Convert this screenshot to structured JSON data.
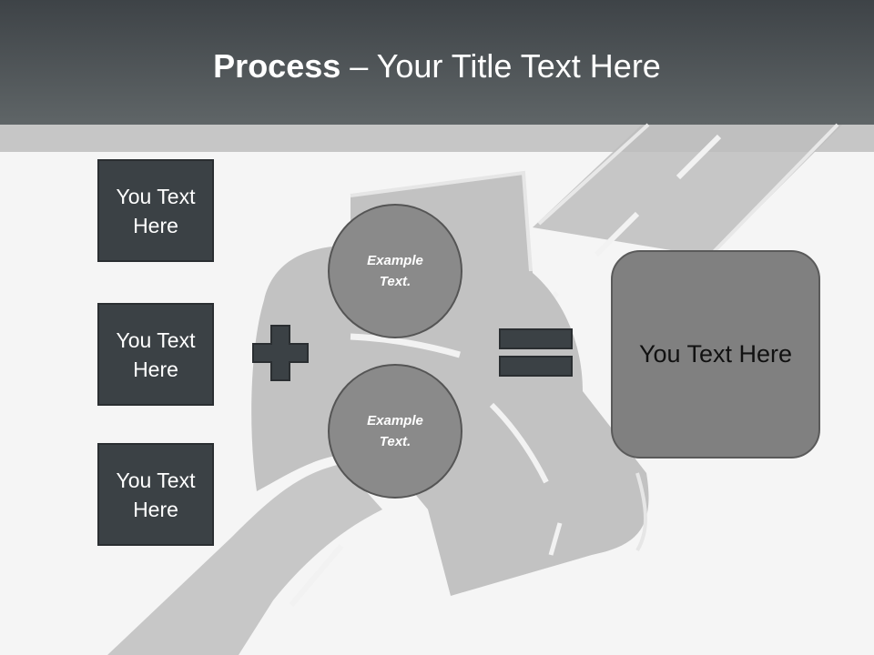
{
  "slide": {
    "title_bold": "Process",
    "title_rest": " – Your Title Text Here"
  },
  "inputs": [
    {
      "label": "You Text Here"
    },
    {
      "label": "You Text Here"
    },
    {
      "label": "You Text Here"
    }
  ],
  "circles": [
    {
      "label": "Example Text."
    },
    {
      "label": "Example Text."
    }
  ],
  "result": {
    "label": "You Text Here"
  },
  "colors": {
    "header": "#4a5053",
    "box": "#3b4145",
    "circle": "#8a8a8a",
    "result": "#808080",
    "road": "#c4c4c4"
  }
}
